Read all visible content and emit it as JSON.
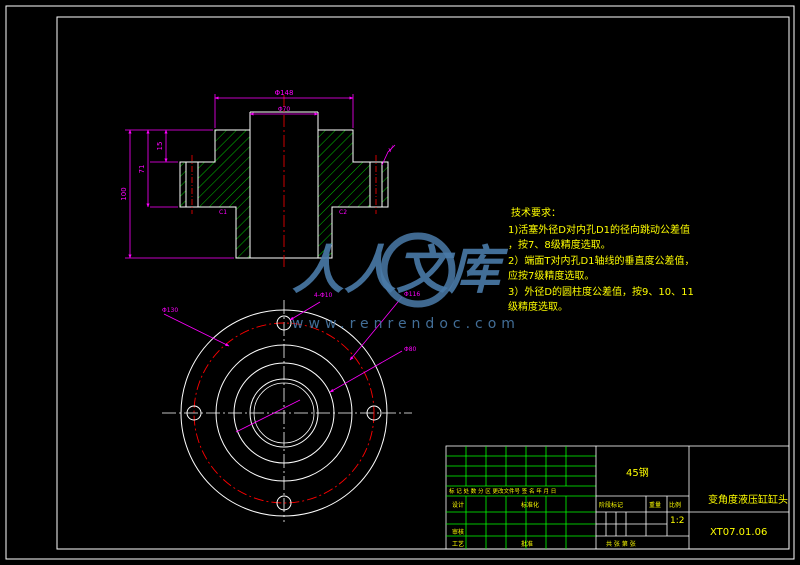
{
  "colors": {
    "background": "#000000",
    "frame": "#ffffff",
    "hatch": "#00c000",
    "dimension": "#ff00ff",
    "centerline": "#ff0000",
    "text": "#ffff00",
    "titleblock_grid": "#00ff00",
    "watermark": "#4a7aa8"
  },
  "dimensions": {
    "top_width": "Φ148",
    "bore": "Φ70",
    "flange_thk": "15",
    "step_height": "71",
    "total_height": "100",
    "chamfer_left": "C1",
    "chamfer_right": "C2",
    "roughness": "√",
    "bolt_circle": "Φ130",
    "hole_spec": "4-Φ10",
    "inner_dia": "Φ116",
    "outer_dia": "Φ80"
  },
  "tech_requirements": {
    "title": "技术要求：",
    "lines": [
      "1)活塞外径D对内孔D1的径向跳动公差值",
      "，按7、8级精度选取。",
      "2）端面T对内孔D1轴线的垂直度公差值，",
      "应按7级精度选取。",
      "3）外径D的圆柱度公差值，按9、10、11",
      "级精度选取。"
    ]
  },
  "watermark": {
    "text": "人人文库",
    "url": "www.renrendoc.com"
  },
  "title_block": {
    "material": "45钢",
    "drawing_name": "变角度液压缸缸头",
    "drawing_number": "XT07.01.06",
    "scale": "1:2",
    "scale_header": "比例",
    "stage_mark": "阶段标记",
    "weight": "重量",
    "sheets": "共   张  第   张",
    "header_row": "标 记 处 数  分   区  更改文件号  签 名  年 月 日",
    "design": "设计",
    "standardize": "标准化",
    "review": "审核",
    "process": "工艺",
    "approve": "批准"
  }
}
